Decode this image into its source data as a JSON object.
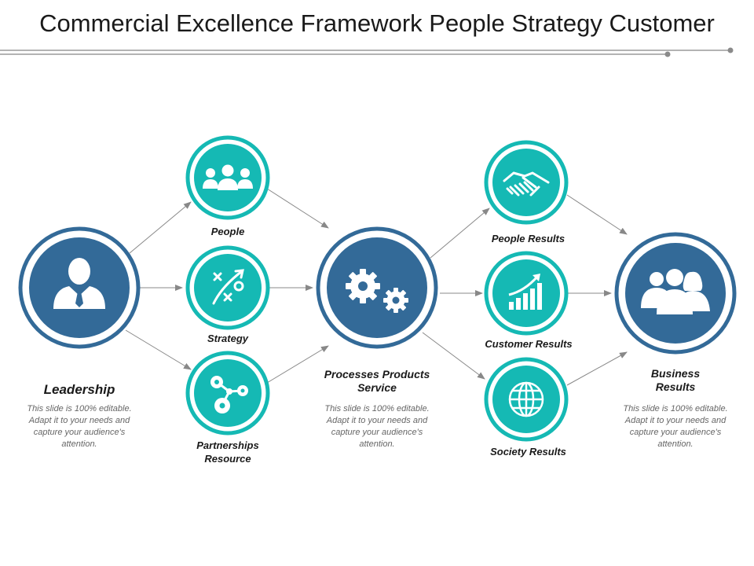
{
  "title": "Commercial Excellence Framework People Strategy Customer",
  "colors": {
    "navy": "#336a98",
    "teal": "#15b9b4",
    "arrow": "#888888"
  },
  "nodes": {
    "leadership": {
      "label": "Leadership",
      "icon": "businessman-icon",
      "desc": "This slide is 100% editable. Adapt it to your needs and capture your audience's attention."
    },
    "people": {
      "label": "People",
      "icon": "team-icon"
    },
    "strategy": {
      "label": "Strategy",
      "icon": "strategy-play-icon"
    },
    "partnerships": {
      "label_line1": "Partnerships",
      "label_line2": "Resource",
      "icon": "molecule-icon"
    },
    "processes": {
      "label_line1": "Processes Products",
      "label_line2": "Service",
      "icon": "gears-icon",
      "desc": "This slide is 100% editable. Adapt it to your needs and capture your audience's attention."
    },
    "people_results": {
      "label": "People Results",
      "icon": "handshake-icon"
    },
    "customer_results": {
      "label": "Customer Results",
      "icon": "growth-chart-icon"
    },
    "society_results": {
      "label": "Society Results",
      "icon": "globe-icon"
    },
    "business_results": {
      "label_line1": "Business",
      "label_line2": "Results",
      "icon": "group-icon",
      "desc": "This slide is 100% editable. Adapt it to your needs and capture your audience's attention."
    }
  }
}
